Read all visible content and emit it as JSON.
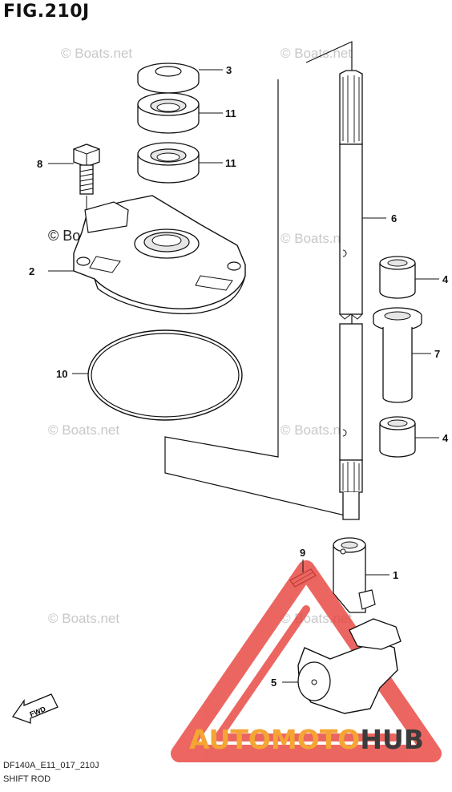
{
  "figure": {
    "title": "FIG.210J",
    "diagram_code": "DF140A_E11_017_210J",
    "name": "SHIFT ROD"
  },
  "watermark": {
    "text": "© Boats.net",
    "color": "#c8c8c8"
  },
  "brand": {
    "part1": "AUTOMOTO",
    "part2": "HUB",
    "color_orange": "#f4a533",
    "color_dark": "#3b3b3b",
    "logo_color": "#e8403a"
  },
  "fwd_label": "FWD",
  "callouts": [
    {
      "id": "c3",
      "label": "3"
    },
    {
      "id": "c11a",
      "label": "11"
    },
    {
      "id": "c11b",
      "label": "11"
    },
    {
      "id": "c8",
      "label": "8"
    },
    {
      "id": "c2",
      "label": "2"
    },
    {
      "id": "c6",
      "label": "6"
    },
    {
      "id": "c4a",
      "label": "4"
    },
    {
      "id": "c7",
      "label": "7"
    },
    {
      "id": "c10",
      "label": "10"
    },
    {
      "id": "c4b",
      "label": "4"
    },
    {
      "id": "c9",
      "label": "9"
    },
    {
      "id": "c1",
      "label": "1"
    },
    {
      "id": "c5",
      "label": "5"
    }
  ]
}
